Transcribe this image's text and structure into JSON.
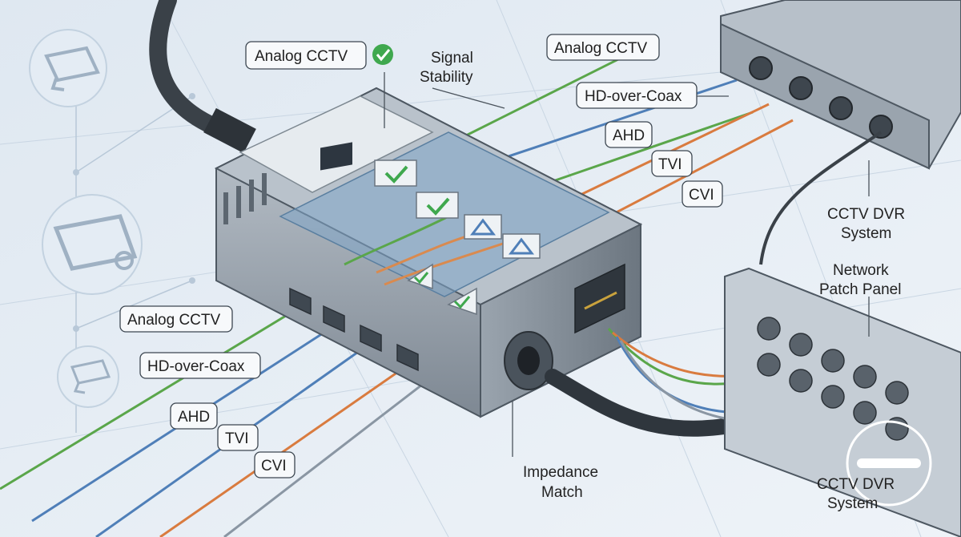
{
  "labels": {
    "analog_top_left": "Analog CCTV",
    "analog_top_right": "Analog CCTV",
    "signal_stability": [
      "Signal",
      "Stability"
    ],
    "hd_coax_top": "HD-over-Coax",
    "ahd_top": "AHD",
    "tvi_top": "TVI",
    "cvi_top": "CVI",
    "dvr_top": [
      "CCTV DVR",
      "System"
    ],
    "patch_panel": [
      "Network",
      "Patch Panel"
    ],
    "analog_left": "Analog CCTV",
    "hd_coax_left": "HD-over-Coax",
    "ahd_left": "AHD",
    "tvi_left": "TVI",
    "cvi_left": "CVI",
    "impedance": [
      "Impedance",
      "Match"
    ],
    "dvr_bottom": [
      "CCTV DVR",
      "System"
    ]
  },
  "icons": [
    "camera-icon",
    "checkmark-icon",
    "rj45-jack-icon",
    "bnc-connector-icon",
    "balun-logo-icon"
  ],
  "colors": {
    "analog": "#5aa64a",
    "hd_coax": "#4f7fb8",
    "ahd": "#4f7fb8",
    "tvi": "#d97b3f",
    "cvi": "#8a96a3",
    "check": "#3fa84e"
  }
}
